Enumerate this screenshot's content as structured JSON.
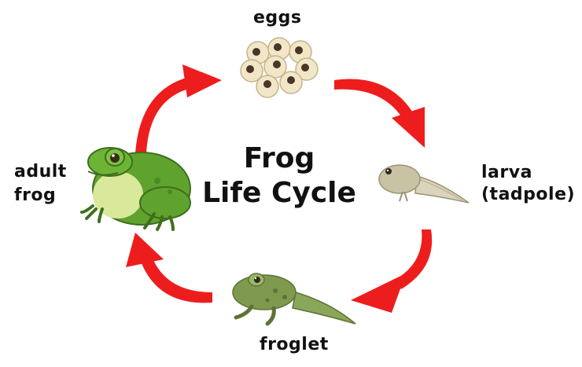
{
  "title": {
    "line1": "Frog",
    "line2": "Life Cycle"
  },
  "stages": {
    "eggs": {
      "label": "eggs",
      "icon": "frog-eggs-icon"
    },
    "larva": {
      "label_line1": "larva",
      "label_line2": "(tadpole)",
      "icon": "tadpole-icon"
    },
    "froglet": {
      "label": "froglet",
      "icon": "froglet-icon"
    },
    "adult": {
      "label_line1": "adult",
      "label_line2": "frog",
      "icon": "adult-frog-icon"
    }
  },
  "colors": {
    "arrow": "#ee1d1d",
    "egg_jelly": "#f1e6c8",
    "egg_yolk": "#4a3626",
    "frog_green": "#5fa32e",
    "frog_belly": "#d9e89a",
    "tadpole": "#c9c3a3",
    "froglet": "#7f9a4f"
  }
}
